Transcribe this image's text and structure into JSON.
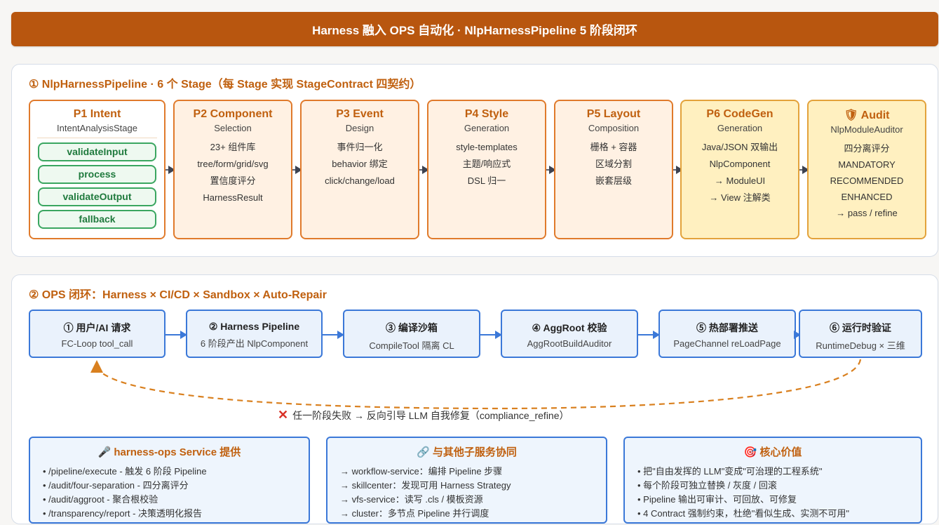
{
  "banner": "Harness 融入 OPS 自动化 · NlpHarnessPipeline 5 阶段闭环",
  "section1": {
    "title": "① NlpHarnessPipeline · 6 个 Stage（每 Stage 实现 StageContract 四契约）",
    "stages": [
      {
        "name": "P1 Intent",
        "sub": "IntentAnalysisStage",
        "pills": [
          "validateInput",
          "process",
          "validateOutput",
          "fallback"
        ]
      },
      {
        "name": "P2 Component",
        "sub": "Selection",
        "lines": [
          "23+ 组件库",
          "tree/form/grid/svg",
          "置信度评分",
          "HarnessResult"
        ]
      },
      {
        "name": "P3 Event",
        "sub": "Design",
        "lines": [
          "事件归一化",
          "behavior 绑定",
          "click/change/load"
        ]
      },
      {
        "name": "P4 Style",
        "sub": "Generation",
        "lines": [
          "style-templates",
          "主题/响应式",
          "DSL 归一"
        ]
      },
      {
        "name": "P5 Layout",
        "sub": "Composition",
        "lines": [
          "栅格 + 容器",
          "区域分割",
          "嵌套层级"
        ]
      },
      {
        "name": "P6 CodeGen",
        "sub": "Generation",
        "lines": [
          "Java/JSON 双输出",
          "NlpComponent",
          "→ ModuleUI",
          "→ View 注解类"
        ]
      },
      {
        "name": "🛡 Audit",
        "sub": "NlpModuleAuditor",
        "lines": [
          "四分离评分",
          "MANDATORY",
          "RECOMMENDED",
          "ENHANCED",
          "→ pass / refine"
        ]
      }
    ]
  },
  "section2": {
    "title": "② OPS 闭环：Harness × CI/CD × Sandbox × Auto-Repair",
    "flow": [
      {
        "name": "① 用户/AI 请求",
        "sub": "FC-Loop tool_call"
      },
      {
        "name": "② Harness Pipeline",
        "sub": "6 阶段产出 NlpComponent"
      },
      {
        "name": "③ 编译沙箱",
        "sub": "CompileTool 隔离 CL"
      },
      {
        "name": "④ AggRoot 校验",
        "sub": "AggRootBuildAuditor"
      },
      {
        "name": "⑤ 热部署推送",
        "sub": "PageChannel reLoadPage"
      },
      {
        "name": "⑥ 运行时验证",
        "sub": "RuntimeDebug × 三维"
      }
    ],
    "fail_icon": "✕",
    "fail_text": "任一阶段失败 → 反向引导 LLM 自我修复（compliance_refine）",
    "cards": [
      {
        "icon": "🎤",
        "title": "harness-ops Service 提供",
        "items": [
          "/pipeline/execute - 触发 6 阶段 Pipeline",
          "/audit/four-separation - 四分离评分",
          "/audit/aggroot - 聚合根校验",
          "/transparency/report - 决策透明化报告"
        ]
      },
      {
        "icon": "🔗",
        "title": "与其他子服务协同",
        "items": [
          "→ workflow-service：编排 Pipeline 步骤",
          "→ skillcenter：发现可用 Harness Strategy",
          "→ vfs-service：读写 .cls / 模板资源",
          "→ cluster：多节点 Pipeline 并行调度"
        ]
      },
      {
        "icon": "🎯",
        "title": "核心价值",
        "items": [
          "把\"自由发挥的 LLM\"变成\"可治理的工程系统\"",
          "每个阶段可独立替换 / 灰度 / 回滚",
          "Pipeline 输出可审计、可回放、可修复",
          "4 Contract 强制约束，杜绝\"看似生成、实测不可用\""
        ]
      }
    ]
  },
  "colors": {
    "accent": "#b8560f",
    "stage_border": "#e07a2b",
    "gold": "#fff0c0",
    "blue": "#3b78d8",
    "green": "#3aa660"
  }
}
